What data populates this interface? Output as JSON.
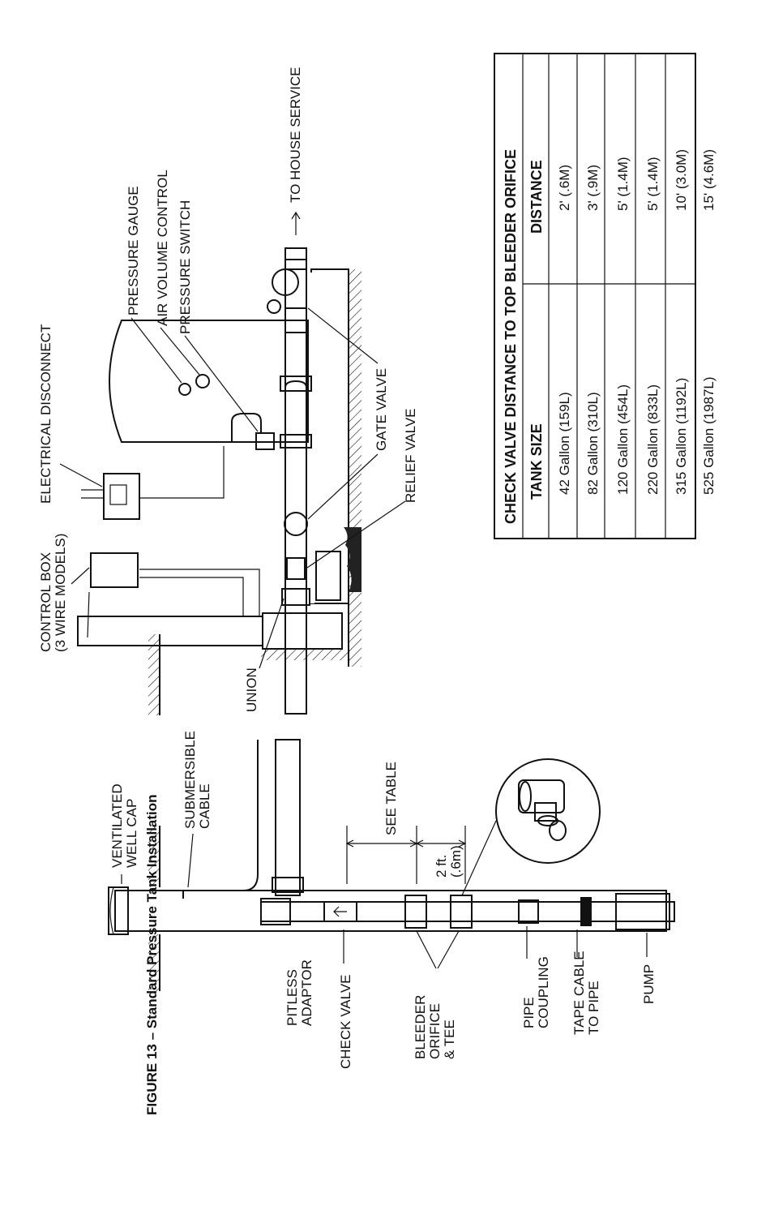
{
  "figure": {
    "caption": "FIGURE 13 – Standard Pressure Tank Installation",
    "labels": {
      "ventilated_well_cap": [
        "VENTILATED",
        "WELL CAP"
      ],
      "submersible_cable": [
        "SUBMERSIBLE",
        "CABLE"
      ],
      "pitless_adaptor": [
        "PITLESS",
        "ADAPTOR"
      ],
      "check_valve": "CHECK VALVE",
      "bleeder_orifice_tee": [
        "BLEEDER",
        "ORIFICE",
        "& TEE"
      ],
      "pipe_coupling": [
        "PIPE",
        "COUPLING"
      ],
      "tape_cable": [
        "TAPE CABLE",
        "TO PIPE"
      ],
      "pump": "PUMP",
      "see_table": "SEE TABLE",
      "two_ft": [
        "2 ft.",
        "(.6m)"
      ],
      "union": "UNION",
      "control_box": [
        "CONTROL BOX",
        "(3 WIRE MODELS)"
      ],
      "electrical_disconnect": "ELECTRICAL DISCONNECT",
      "relief_valve": "RELIEF VALVE",
      "gate_valve": "GATE VALVE",
      "pressure_switch": "PRESSURE SWITCH",
      "air_volume_control": "AIR VOLUME CONTROL",
      "pressure_gauge": "PRESSURE GAUGE",
      "to_house_service": "TO HOUSE SERVICE"
    }
  },
  "table": {
    "title": "CHECK VALVE DISTANCE TO TOP BLEEDER ORIFICE",
    "headers": [
      "TANK SIZE",
      "DISTANCE"
    ],
    "rows": [
      [
        "42 Gallon (159L)",
        "2' (.6M)"
      ],
      [
        "82 Gallon (310L)",
        "3' (.9M)"
      ],
      [
        "120 Gallon (454L)",
        "5' (1.4M)"
      ],
      [
        "220 Gallon (833L)",
        "5' (1.4M)"
      ],
      [
        "315 Gallon (1192L)",
        "10' (3.0M)"
      ],
      [
        "525 Gallon (1987L)",
        "15' (4.6M)"
      ]
    ]
  }
}
